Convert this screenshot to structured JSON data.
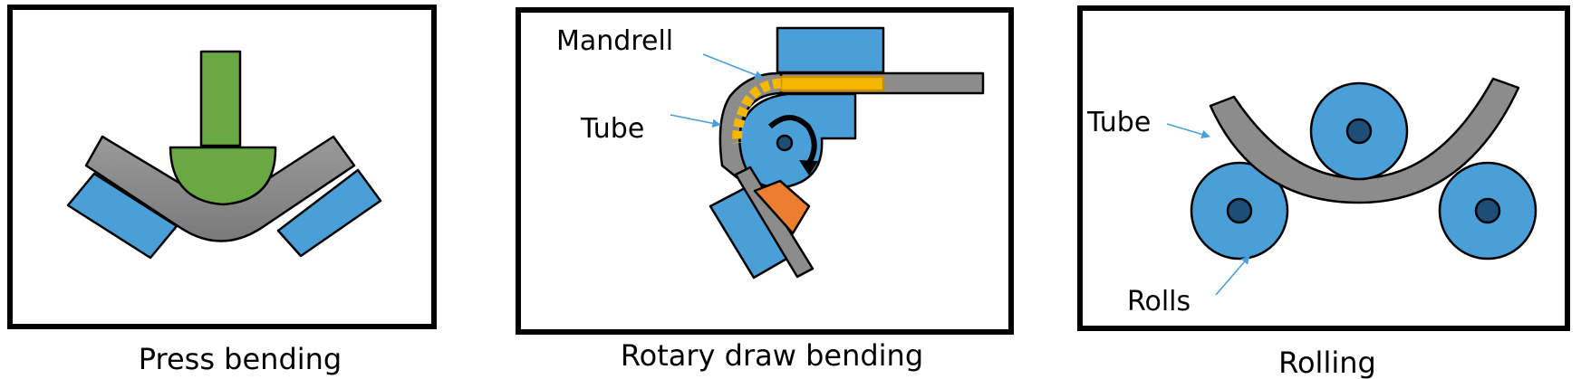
{
  "colors": {
    "die_blue": "#4a9fd8",
    "die_blue_dark": "#1c4e78",
    "tube_gray": "#8c8c8c",
    "punch_green": "#6aa842",
    "mandrel_yellow": "#f5b800",
    "clamp_orange": "#ed7d31",
    "frame_black": "#000000"
  },
  "panels": [
    {
      "id": "press",
      "caption": "Press bending",
      "labels": {}
    },
    {
      "id": "rotary",
      "caption": "Rotary draw bending",
      "labels": {
        "mandrel": "Mandrell",
        "tube": "Tube"
      }
    },
    {
      "id": "rolling",
      "caption": "Rolling",
      "labels": {
        "tube": "Tube",
        "rolls": "Rolls"
      }
    }
  ],
  "icons": [
    "rotation-arrow-icon"
  ]
}
